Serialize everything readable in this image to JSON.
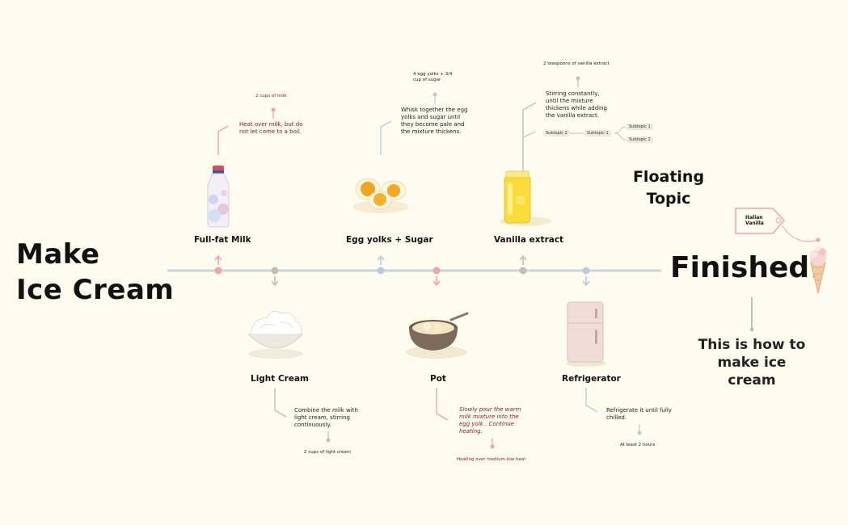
{
  "title_line1": "Make",
  "title_line2": "Ice Cream",
  "finished": "Finished!",
  "floating_line1": "Floating",
  "floating_line2": "Topic",
  "howto_line1": "This is how to",
  "howto_line2": "make ice",
  "howto_line3": "cream",
  "tag_line1": "Italian",
  "tag_line2": "Vanilla",
  "colors": {
    "pink": "#f2a3a8",
    "gray": "#c4beb4",
    "blue": "#b9cbe0",
    "line": "#c9d4e1",
    "bg": "#fdfcee"
  },
  "steps": {
    "milk": {
      "label": "Full-fat Milk",
      "note": "Heat over milk, but do not let come to a boil.",
      "sub": "2 cups of milk"
    },
    "egg": {
      "label": "Egg yolks + Sugar",
      "note": "Whisk together the egg yolks and sugar until they become pale and the mixture thickens.",
      "sub1": "4 egg yolks + 3/4",
      "sub2": "cup of sugar"
    },
    "vanilla": {
      "label": "Vanilla extract",
      "note": "Stirring constantly, until the mixture thickens while adding the vanilla extract.",
      "sub": "2 teaspoons of vanilla extract",
      "subtopic2": "Subtopic 2",
      "subtopic1": "Subtopic 1",
      "subtopic1a": "Subtopic 1",
      "subtopic2b": "Subtopic 2"
    },
    "cream": {
      "label": "Light Cream",
      "note": "Combine the milk with light cream, stirring continuously.",
      "sub": "2 cups of light cream"
    },
    "pot": {
      "label": "Pot",
      "note": "Slowly pour the warm milk mixture into the egg yolk . Continue heating.",
      "sub": "Heating over medium-low heat"
    },
    "fridge": {
      "label": "Refrigerator",
      "note": "Refrigerate it until fully chilled.",
      "sub": "At least 2 hours"
    }
  },
  "icons": [
    "milk-bottle-icon",
    "egg-yolks-icon",
    "vanilla-jar-icon",
    "light-cream-bowl-icon",
    "pot-icon",
    "refrigerator-icon",
    "ice-cream-cone-icon"
  ]
}
